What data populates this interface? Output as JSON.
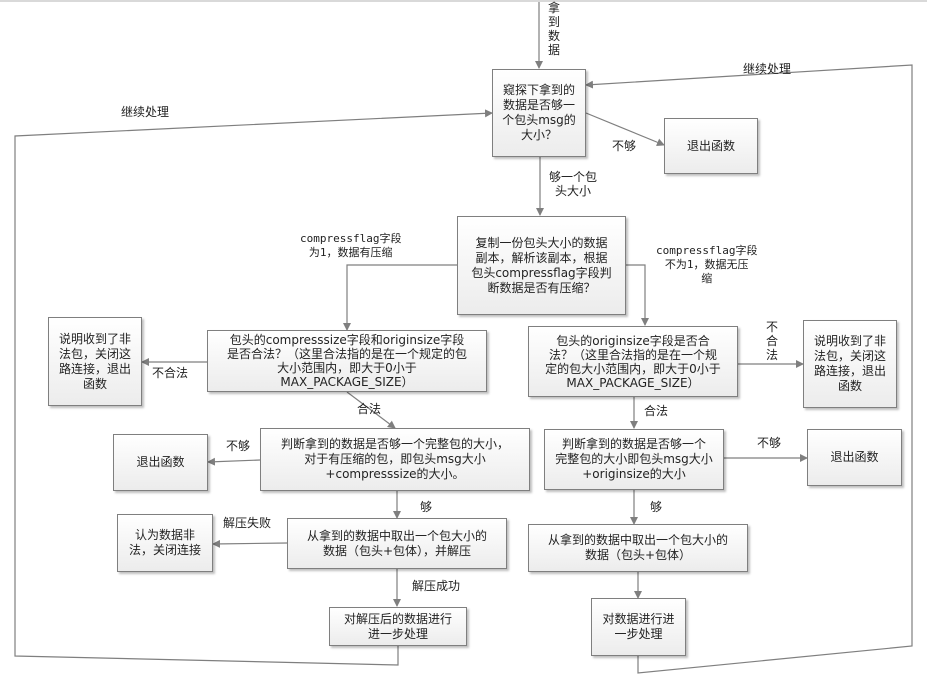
{
  "nodes": {
    "peek_header": "窥探下拿到的\n数据是否够一\n个包头msg的\n大小？",
    "exit_top": "退出函数",
    "copy_header": "复制一份包头大小的数据\n副本，解析该副本，根据\n包头compressflag字段判\n断数据是否有压缩？",
    "check_both_sizes": "包头的compresssize字段和originsize字段\n是否合法？（这里合法指的是在一个规定的包\n大小范围内，即大于0小于\nMAX_PACKAGE_SIZE）",
    "illegal_left": "说明收到了非\n法包，关闭这\n路连接，退出\n函数",
    "check_origin_size": "包头的originsize字段是否合\n法？（这里合法指的是在一个规\n定的包大小范围内，即大于0小于\nMAX_PACKAGE_SIZE）",
    "illegal_right": "说明收到了非\n法包，关闭这\n路连接，退出\n函数",
    "full_check_compressed": "判断拿到的数据是否够一个完整包的大小，\n对于有压缩的包，即包头msg大小\n+compresssize的大小。",
    "exit_left": "退出函数",
    "full_check_plain": "判断拿到的数据是否够一个\n完整包的大小即包头msg大小\n+originsize的大小",
    "exit_right": "退出函数",
    "extract_decompress": "从拿到的数据中取出一个包大小的\n数据（包头+包体），并解压",
    "decompress_fail": "认为数据非\n法，关闭连接",
    "extract_plain": "从拿到的数据中取出一个包大小的\n数据（包头+包体）",
    "process_decompressed": "对解压后的数据进行\n进一步处理",
    "process_plain": "对数据进行进\n一步处理"
  },
  "labels": {
    "got_data": "拿\n到\n数\n据",
    "not_enough_top": "不够",
    "enough_header": "够一个包\n头大小",
    "flag_is_1": "compressflag字段\n为1，数据有压缩",
    "flag_not_1": "compressflag字段\n不为1，数据无压\n缩",
    "illegal_left": "不合法",
    "legal_left": "合法",
    "illegal_right": "不\n合\n法",
    "legal_right": "合法",
    "not_enough_left": "不够",
    "not_enough_right": "不够",
    "enough_left": "够",
    "enough_right": "够",
    "decompress_failed": "解压失败",
    "decompress_ok": "解压成功",
    "continue_left": "继续处理",
    "continue_right": "继续处理"
  },
  "colors": {
    "edge": "#7f7f7f",
    "node_border": "#7f7f7f"
  }
}
